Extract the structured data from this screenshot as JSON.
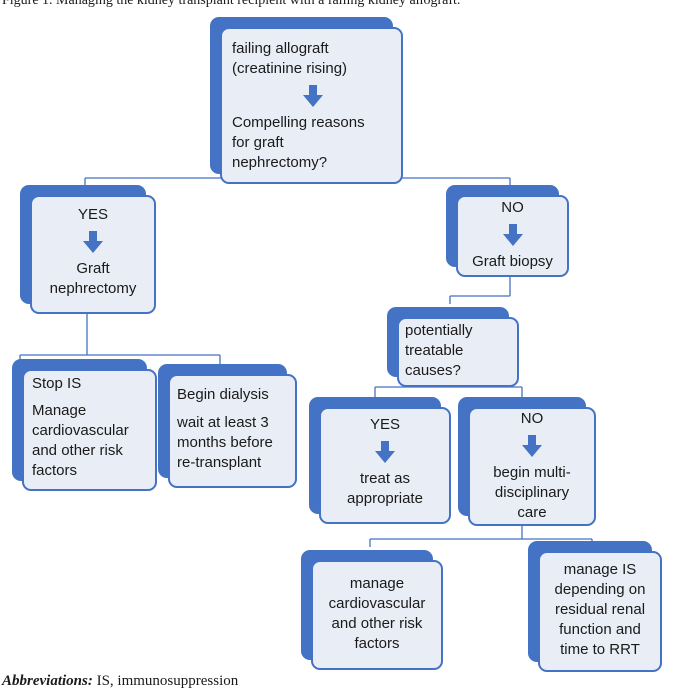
{
  "caption": "Figure 1. Managing the kidney transplant recipient with a failing kidney allograft.",
  "colors": {
    "accent": "#4472c4",
    "box_fill": "#e9edf6",
    "connector": "#4472c4"
  },
  "nodes": {
    "root": {
      "line1": "failing allograft",
      "line2": "(creatinine rising)",
      "line3": "Compelling reasons",
      "line4": "for graft",
      "line5": "nephrectomy?"
    },
    "yes_branch": {
      "label": "YES",
      "line1": "Graft",
      "line2": "nephrectomy"
    },
    "no_branch": {
      "label": "NO",
      "line1": "Graft biopsy"
    },
    "stop_is": {
      "line1": "Stop IS",
      "line2": "Manage",
      "line3": "cardiovascular",
      "line4": "and other risk",
      "line5": "factors"
    },
    "dialysis": {
      "line1": "Begin dialysis",
      "line2": "wait at least 3",
      "line3": "months before",
      "line4": "re-transplant"
    },
    "treatable": {
      "line1": "potentially",
      "line2": "treatable",
      "line3": "causes?"
    },
    "treat_yes": {
      "label": "YES",
      "line1": "treat as",
      "line2": "appropriate"
    },
    "treat_no": {
      "label": "NO",
      "line1": "begin multi-",
      "line2": "disciplinary",
      "line3": "care"
    },
    "manage_cv": {
      "line1": "manage",
      "line2": "cardiovascular",
      "line3": "and other risk",
      "line4": "factors"
    },
    "manage_is": {
      "line1": "manage IS",
      "line2": "depending on",
      "line3": "residual renal",
      "line4": "function and",
      "line5": "time to RRT"
    }
  },
  "footer": {
    "label": "Abbreviations:",
    "text": " IS, immunosuppression"
  }
}
